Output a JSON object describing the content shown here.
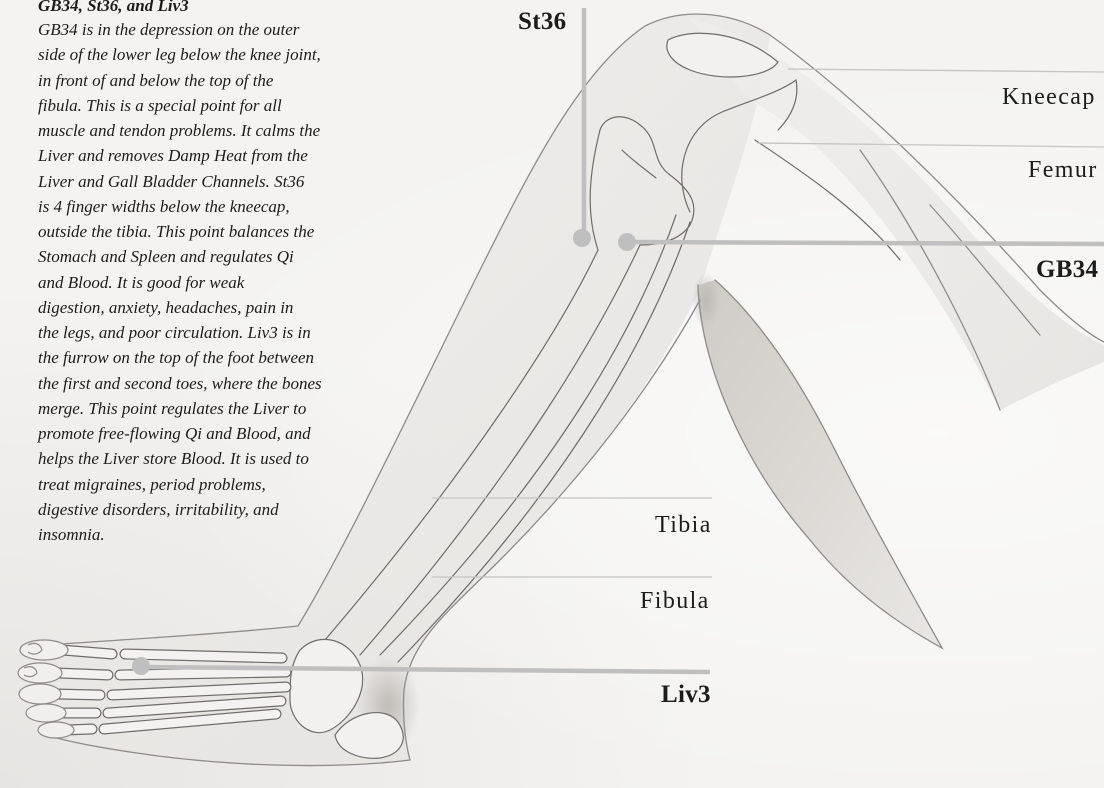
{
  "heading": "GB34, St36, and Liv3",
  "body": {
    "lines": [
      "GB34 is in the depression on the outer",
      "side of the lower leg below the knee joint,",
      "in front of and below the top of the",
      "fibula. This is a special point for all",
      "muscle and tendon problems. It calms the",
      "Liver and removes Damp Heat from the",
      "Liver and Gall Bladder Channels. St36",
      "is 4 finger widths below the kneecap,",
      "outside the tibia. This point balances the",
      "Stomach and Spleen and regulates Qi",
      "and Blood. It is good for weak",
      "digestion, anxiety, headaches, pain in",
      "the legs, and poor circulation. Liv3 is in",
      "the furrow on the top of the foot between",
      "the first and second toes, where the bones",
      "merge. This point regulates the Liver to",
      "promote free-flowing Qi and Blood, and",
      "helps the Liver store Blood. It is used to",
      "treat migraines, period problems,",
      "digestive disorders, irritability, and",
      "insomnia."
    ]
  },
  "labels": {
    "st36": "St36",
    "kneecap": "Kneecap",
    "femur": "Femur",
    "gb34": "GB34",
    "tibia": "Tibia",
    "fibula": "Fibula",
    "liv3": "Liv3"
  },
  "colors": {
    "paper": "#f4f3f1",
    "ink": "#1c1c1c",
    "leader": "#bfbfbf",
    "thin_leader": "#c4c4c4",
    "outline": "#8e8b88",
    "skin": "#ebe9e6",
    "shade": "#cfcbc6"
  }
}
